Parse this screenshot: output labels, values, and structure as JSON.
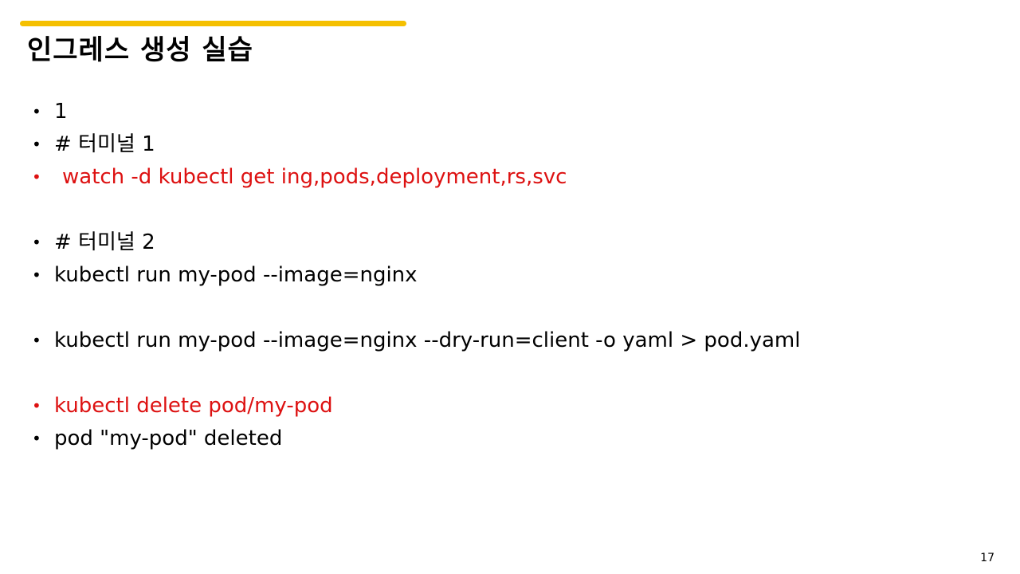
{
  "title": "인그레스 생성 실습",
  "bullets": [
    {
      "text": "1",
      "color": "#000000"
    },
    {
      "text": "# 터미널 1",
      "color": "#000000"
    },
    {
      "text": "watch -d kubectl get ing,pods,deployment,rs,svc",
      "color": "#dd1111"
    },
    {
      "text": "# 터미널 2",
      "color": "#000000"
    },
    {
      "text": "kubectl run my-pod --image=nginx",
      "color": "#000000"
    },
    {
      "text": "kubectl run my-pod --image=nginx --dry-run=client -o yaml > pod.yaml",
      "color": "#000000"
    },
    {
      "text": "kubectl delete pod/my-pod",
      "color": "#dd1111"
    },
    {
      "text": "pod \"my-pod\" deleted",
      "color": "#000000"
    }
  ],
  "page_number": "17",
  "accent_color": "#f5c000"
}
